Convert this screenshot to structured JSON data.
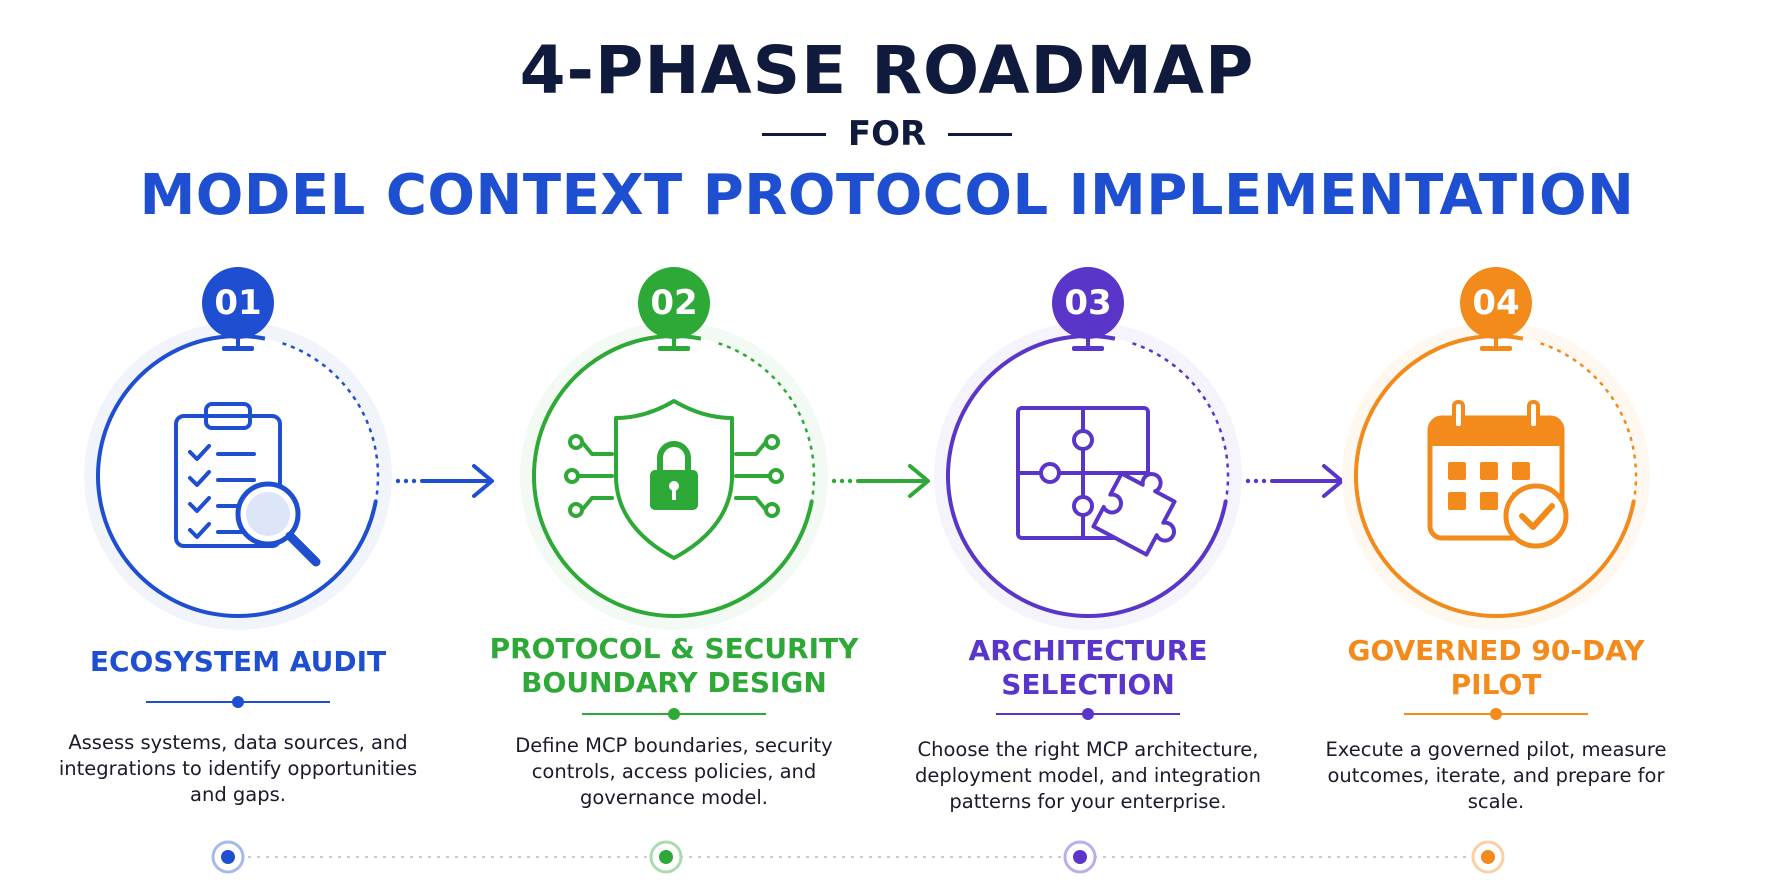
{
  "header": {
    "title": "4-PHASE ROADMAP",
    "for": "FOR",
    "subtitle": "MODEL CONTEXT PROTOCOL IMPLEMENTATION"
  },
  "phases": [
    {
      "number": "01",
      "title": "ECOSYSTEM AUDIT",
      "description": "Assess systems, data sources, and integrations to identify opportunities and gaps.",
      "color": "#1f4fd1",
      "icon": "clipboard-magnifier-icon"
    },
    {
      "number": "02",
      "title": "PROTOCOL & SECURITY BOUNDARY DESIGN",
      "description": "Define MCP boundaries, security controls, access policies, and governance model.",
      "color": "#2ea836",
      "icon": "shield-lock-icon"
    },
    {
      "number": "03",
      "title": "ARCHITECTURE SELECTION",
      "description": "Choose the right MCP architecture, deployment model, and integration patterns for your enterprise.",
      "color": "#5a35c9",
      "icon": "puzzle-icon"
    },
    {
      "number": "04",
      "title": "GOVERNED 90-DAY PILOT",
      "description": "Execute a governed pilot, measure outcomes, iterate, and prepare for scale.",
      "color": "#f28a1c",
      "icon": "calendar-check-icon"
    }
  ]
}
